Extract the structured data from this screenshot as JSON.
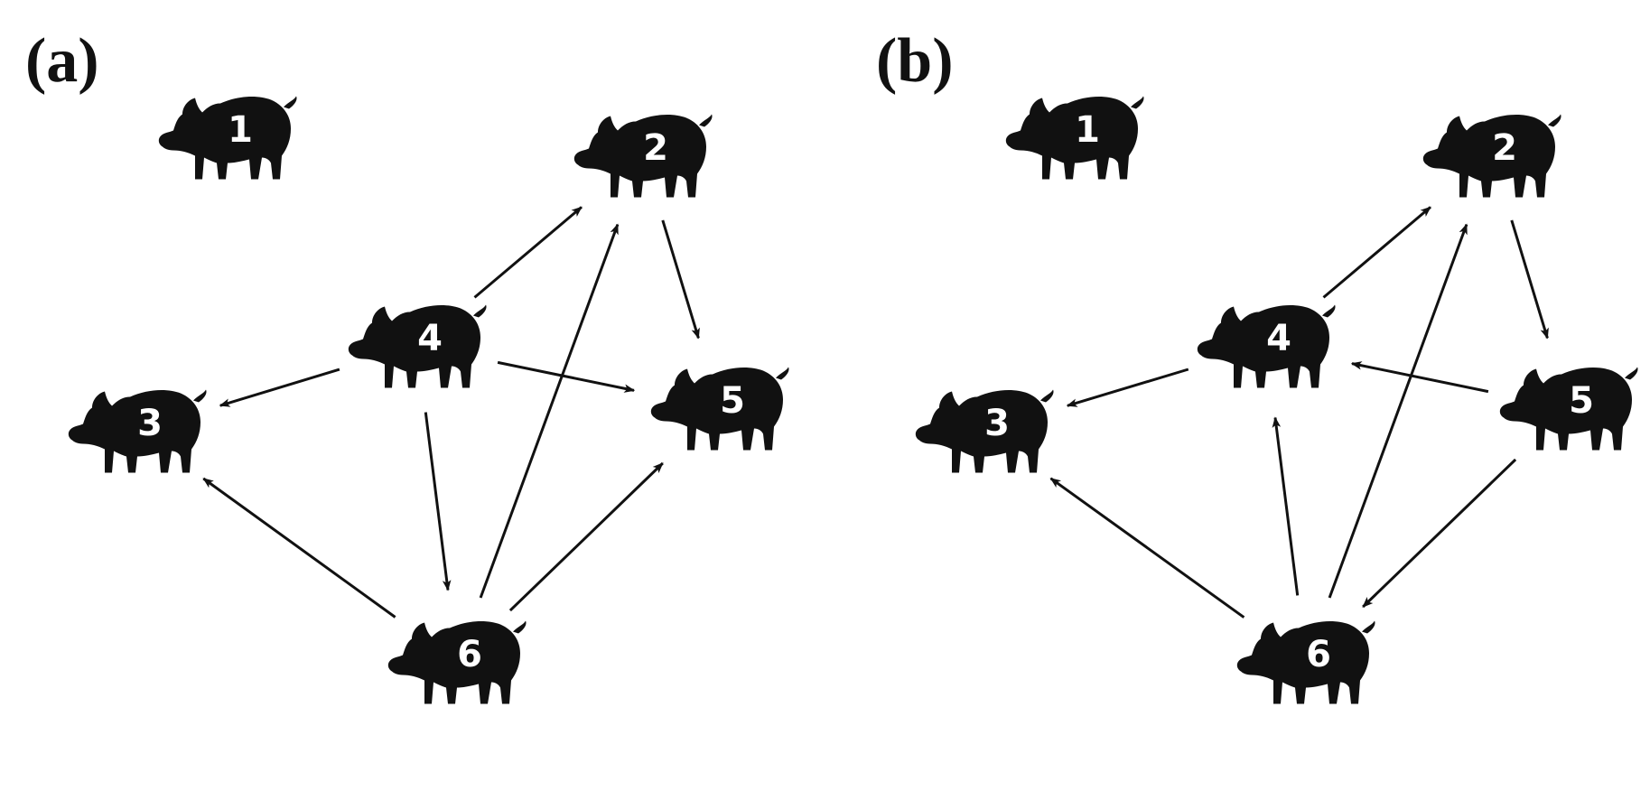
{
  "figure": {
    "colors": {
      "pig": "#111111",
      "number": "#ffffff",
      "arrow": "#111111",
      "background": "#ffffff"
    },
    "panels": [
      {
        "label": "(a)",
        "nodes": [
          "1",
          "2",
          "3",
          "4",
          "5",
          "6"
        ],
        "edges": [
          {
            "from": "4",
            "to": "2"
          },
          {
            "from": "4",
            "to": "3"
          },
          {
            "from": "4",
            "to": "5"
          },
          {
            "from": "4",
            "to": "6"
          },
          {
            "from": "2",
            "to": "5"
          },
          {
            "from": "6",
            "to": "2"
          },
          {
            "from": "6",
            "to": "3"
          },
          {
            "from": "6",
            "to": "5"
          }
        ]
      },
      {
        "label": "(b)",
        "nodes": [
          "1",
          "2",
          "3",
          "4",
          "5",
          "6"
        ],
        "edges": [
          {
            "from": "4",
            "to": "2"
          },
          {
            "from": "4",
            "to": "3"
          },
          {
            "from": "2",
            "to": "5"
          },
          {
            "from": "5",
            "to": "4"
          },
          {
            "from": "5",
            "to": "6"
          },
          {
            "from": "6",
            "to": "2"
          },
          {
            "from": "6",
            "to": "3"
          },
          {
            "from": "6",
            "to": "4"
          }
        ]
      }
    ]
  }
}
